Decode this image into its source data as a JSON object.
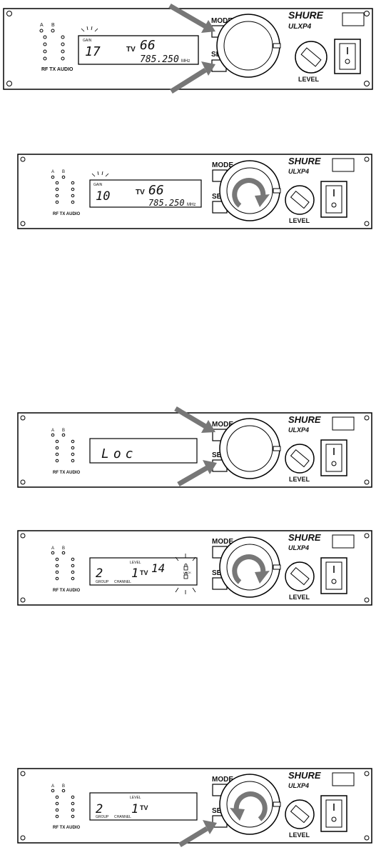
{
  "labels": {
    "mode": "MODE",
    "set": "SET",
    "brand": "SHURE",
    "model": "ULXP4",
    "level": "LEVEL",
    "a": "A",
    "b": "B",
    "rf_tx_audio": "RF TX AUDIO",
    "tv": "TV",
    "mhz": "MHz",
    "group": "GROUP",
    "channel": "CHANNEL",
    "level_small": "LEVEL",
    "gain_small": "GAIN",
    "lock_small": "LOCK"
  },
  "panels": [
    {
      "id": "step-1",
      "show_arrows": true,
      "rotation": "none",
      "display": {
        "mode": "freq",
        "left": "17",
        "tv": "66",
        "freq": "785.250"
      }
    },
    {
      "id": "step-2",
      "show_arrows": false,
      "rotation": "cw",
      "display": {
        "mode": "freq",
        "left": "10",
        "tv": "66",
        "freq": "785.250"
      }
    },
    {
      "id": "step-3",
      "show_arrows": true,
      "rotation": "none",
      "display": {
        "mode": "text",
        "text": "Loc"
      }
    },
    {
      "id": "step-4",
      "show_arrows": false,
      "rotation": "cw",
      "display": {
        "mode": "group",
        "group": "2",
        "channel": "1",
        "tv": "14"
      }
    },
    {
      "id": "step-5",
      "show_arrows": false,
      "set_arrow": true,
      "rotation": "ccw",
      "display": {
        "mode": "group",
        "group": "2",
        "channel": "1",
        "tv": ""
      }
    }
  ]
}
